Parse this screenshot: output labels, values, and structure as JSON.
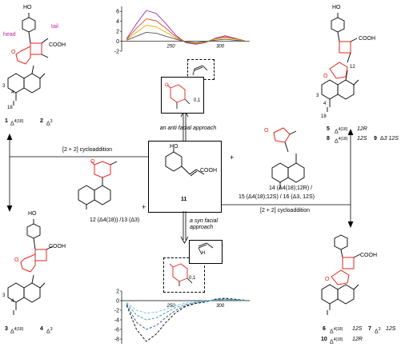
{
  "top_chart": {
    "y_ticks": [
      "6",
      "4",
      "2",
      "0",
      "-2"
    ],
    "x_ticks": [
      "250",
      "300"
    ]
  },
  "bottom_chart": {
    "y_ticks": [
      "2",
      "0",
      "-2",
      "-4",
      "-6",
      "-8"
    ],
    "x_ticks": [
      "250",
      "300"
    ]
  },
  "chart_data": [
    {
      "type": "line",
      "title": "",
      "xlabel": "",
      "ylabel": "",
      "x": [
        205,
        215,
        225,
        235,
        245,
        255,
        265,
        275,
        285,
        295,
        305,
        315,
        325
      ],
      "ylim": [
        -2,
        7
      ],
      "series": [
        {
          "color": "#9b2fae",
          "values": [
            0.5,
            3.5,
            6.2,
            5.6,
            3.5,
            1.2,
            -0.3,
            -0.6,
            -0.3,
            0.6,
            1.1,
            0.6,
            0.1
          ]
        },
        {
          "color": "#d9532b",
          "values": [
            0.4,
            2.6,
            4.5,
            4.1,
            2.6,
            0.9,
            -0.2,
            -0.5,
            -0.2,
            0.5,
            0.9,
            0.5,
            0.1
          ]
        },
        {
          "color": "#e0b400",
          "values": [
            0.3,
            1.8,
            3.2,
            2.9,
            1.8,
            0.6,
            -0.1,
            -0.4,
            -0.2,
            0.4,
            0.7,
            0.4,
            0.1
          ]
        },
        {
          "color": "#555555",
          "values": [
            0.2,
            1.0,
            1.8,
            1.6,
            1.0,
            0.4,
            -0.1,
            -0.3,
            -0.1,
            0.2,
            0.4,
            0.2,
            0.0
          ]
        }
      ]
    },
    {
      "type": "line",
      "title": "",
      "xlabel": "",
      "ylabel": "",
      "x": [
        205,
        215,
        225,
        235,
        245,
        255,
        265,
        275,
        285,
        295,
        305,
        315,
        325
      ],
      "ylim": [
        -9,
        2
      ],
      "series": [
        {
          "color": "#000000",
          "dash": true,
          "values": [
            -1,
            -6,
            -8.5,
            -7,
            -4.5,
            -2.5,
            -1.2,
            -0.6,
            -0.3,
            0.3,
            0.5,
            0.3,
            0.1
          ]
        },
        {
          "color": "#1f4e79",
          "dash": true,
          "values": [
            -0.8,
            -4.5,
            -6,
            -5.2,
            -3.5,
            -2,
            -1,
            -0.5,
            -0.2,
            0.2,
            0.4,
            0.2,
            0.1
          ]
        },
        {
          "color": "#2f8fb3",
          "dash": true,
          "values": [
            -0.6,
            -3,
            -4,
            -3.6,
            -2.5,
            -1.4,
            -0.8,
            -0.4,
            -0.1,
            0.2,
            0.3,
            0.2,
            0.0
          ]
        },
        {
          "color": "#6dbfbf",
          "dash": true,
          "values": [
            -0.4,
            -2,
            -2.6,
            -2.4,
            -1.8,
            -1,
            -0.5,
            -0.2,
            0.0,
            0.1,
            0.2,
            0.1,
            0.0
          ]
        }
      ]
    }
  ],
  "labels": {
    "ho": "HO",
    "head": "head",
    "tail": "tail",
    "cooh": "COOH",
    "o": "O",
    "h": "H",
    "num1": "1",
    "num2": "2",
    "num3": "3",
    "num4": "4",
    "num5": "5",
    "num6": "6",
    "num7": "7",
    "num8": "8",
    "num9": "9",
    "num10": "10",
    "num11": "11",
    "num12": "12",
    "num18": "18",
    "delta": "Δ",
    "sup418": "4(18)",
    "sup3": "3",
    "r12": "12R",
    "s12": "12S",
    "s12_9": "3 12S",
    "anti": "an anti facial approach",
    "syn": "a syn facial approach",
    "cyclo_left": "[2 + 2] cycloaddition",
    "cyclo_right": "[2 + 2] cycloaddition",
    "plus1": "+",
    "plus2": "+",
    "cmpd1213": "12 (Δ4(18)) /13 (Δ3)",
    "cmpd14": "14 (Δ4(18);12R) /",
    "cmpd1516": "15 (Δ4(18);12S) / 16 (Δ3, 12S)",
    "n01": "0,1",
    "n01b": "0,1"
  }
}
